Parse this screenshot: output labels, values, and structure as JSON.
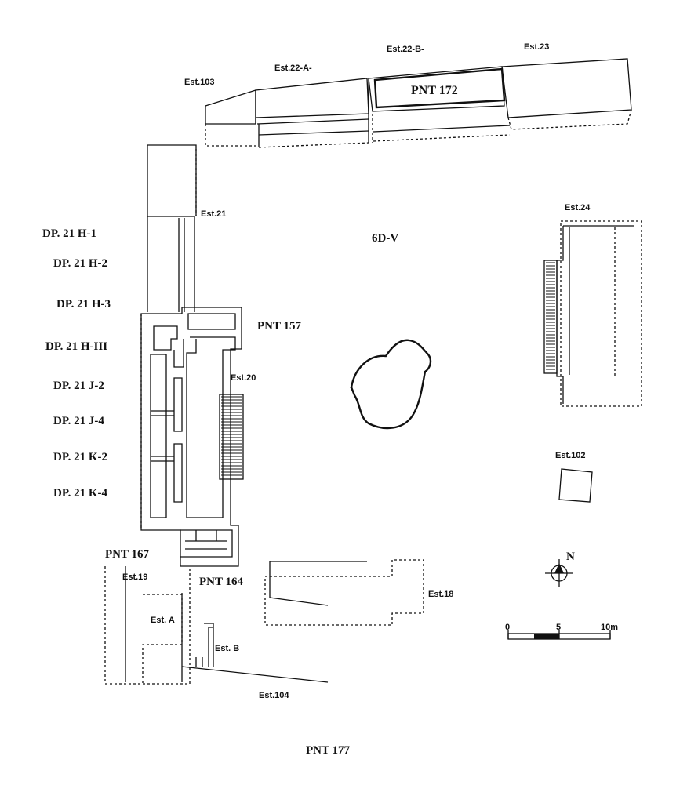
{
  "labels": {
    "est103": "Est.103",
    "est22a": "Est.22-A-",
    "est22b": "Est.22-B-",
    "est23": "Est.23",
    "pnt172": "PNT 172",
    "est21": "Est.21",
    "est24": "Est.24",
    "sector": "6D-V",
    "pnt157": "PNT 157",
    "est20": "Est.20",
    "est102": "Est.102",
    "pnt167": "PNT 167",
    "est19": "Est.19",
    "pnt164": "PNT 164",
    "est18": "Est.18",
    "estA": "Est. A",
    "estB": "Est. B",
    "est104": "Est.104",
    "pnt177": "PNT 177"
  },
  "trenches": [
    "DP. 21 H-1",
    "DP. 21 H-2",
    "DP. 21 H-3",
    "DP. 21 H-III",
    "DP. 21 J-2",
    "DP. 21 J-4",
    "DP. 21 K-2",
    "DP. 21 K-4"
  ],
  "north": {
    "label": "N"
  },
  "scale": {
    "ticks": [
      "0",
      "5",
      "10m"
    ]
  },
  "colors": {
    "ink": "#111111",
    "paper": "#ffffff"
  }
}
